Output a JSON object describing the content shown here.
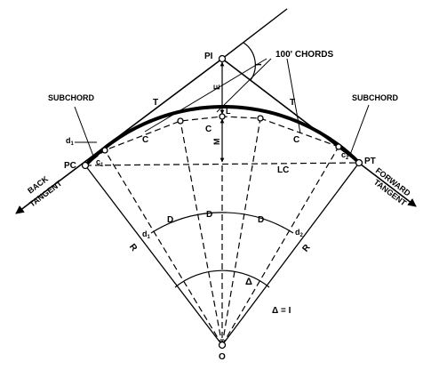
{
  "diagram": {
    "points": {
      "pi": "PI",
      "pc": "PC",
      "pt": "PT",
      "o": "O",
      "l": "L"
    },
    "labels": {
      "chords_100": "100' CHORDS",
      "subchord_left": "SUBCHORD",
      "subchord_right": "SUBCHORD",
      "back_tangent_1": "BACK",
      "back_tangent_2": "TANGENT",
      "forward_tangent_1": "FORWARD",
      "forward_tangent_2": "TANGENT",
      "tangent_left": "T",
      "tangent_right": "T",
      "chord_c1": "C",
      "chord_c2": "C",
      "chord_c3": "C",
      "sub_c1": "c",
      "sub_c1_sub": "1",
      "sub_c2": "c",
      "sub_c2_sub": "2",
      "d1": "d",
      "d1_sub": "1",
      "d2": "d",
      "d2_sub": "2",
      "long_chord": "LC",
      "external": "E",
      "middle_ordinate": "M",
      "radius_left": "R",
      "radius_right": "R",
      "deg_d1": "D",
      "deg_d2": "D",
      "deg_d3": "D",
      "delta": "Δ",
      "deflection": "I",
      "delta_eq": "Δ = I"
    }
  }
}
